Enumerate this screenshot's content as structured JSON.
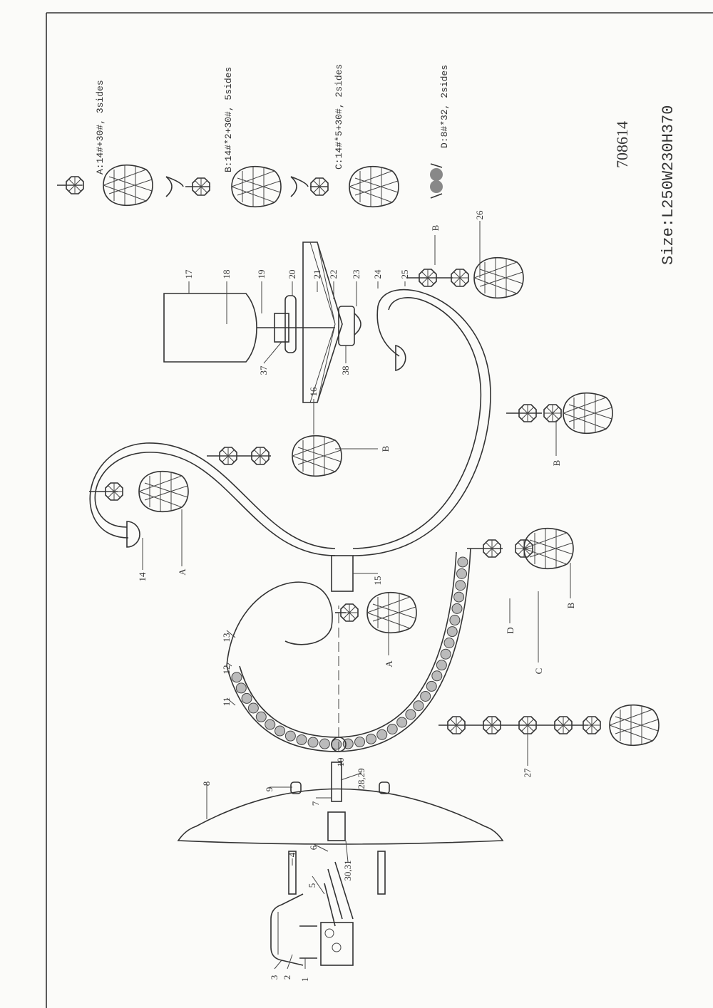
{
  "legend": {
    "a": "A:14#+30#,  3sides",
    "b": "B:14#*2+30#,  5sides",
    "c": "C:14#*5+30#,  2sides",
    "d": "D:8#*32,  2sides"
  },
  "model_number": "708614",
  "size": "Size:L250W230H370",
  "parts": {
    "p1": "1",
    "p2": "2",
    "p3": "3",
    "p4": "4",
    "p5": "5",
    "p6": "6",
    "p7": "7",
    "p8": "8",
    "p9": "9",
    "p10": "10",
    "p11": "11",
    "p12": "12",
    "p13": "13",
    "p14": "14",
    "p15": "15",
    "p16": "16",
    "p17": "17",
    "p18": "18",
    "p19": "19",
    "p20": "20",
    "p21": "21",
    "p22": "22",
    "p23": "23",
    "p24": "24",
    "p25": "25",
    "p26": "26",
    "p27": "27",
    "p2829": "28,29",
    "p3031": "30,31",
    "p37": "37",
    "p38": "38"
  },
  "callouts": {
    "a": "A",
    "b": "B",
    "c": "C",
    "d": "D"
  }
}
